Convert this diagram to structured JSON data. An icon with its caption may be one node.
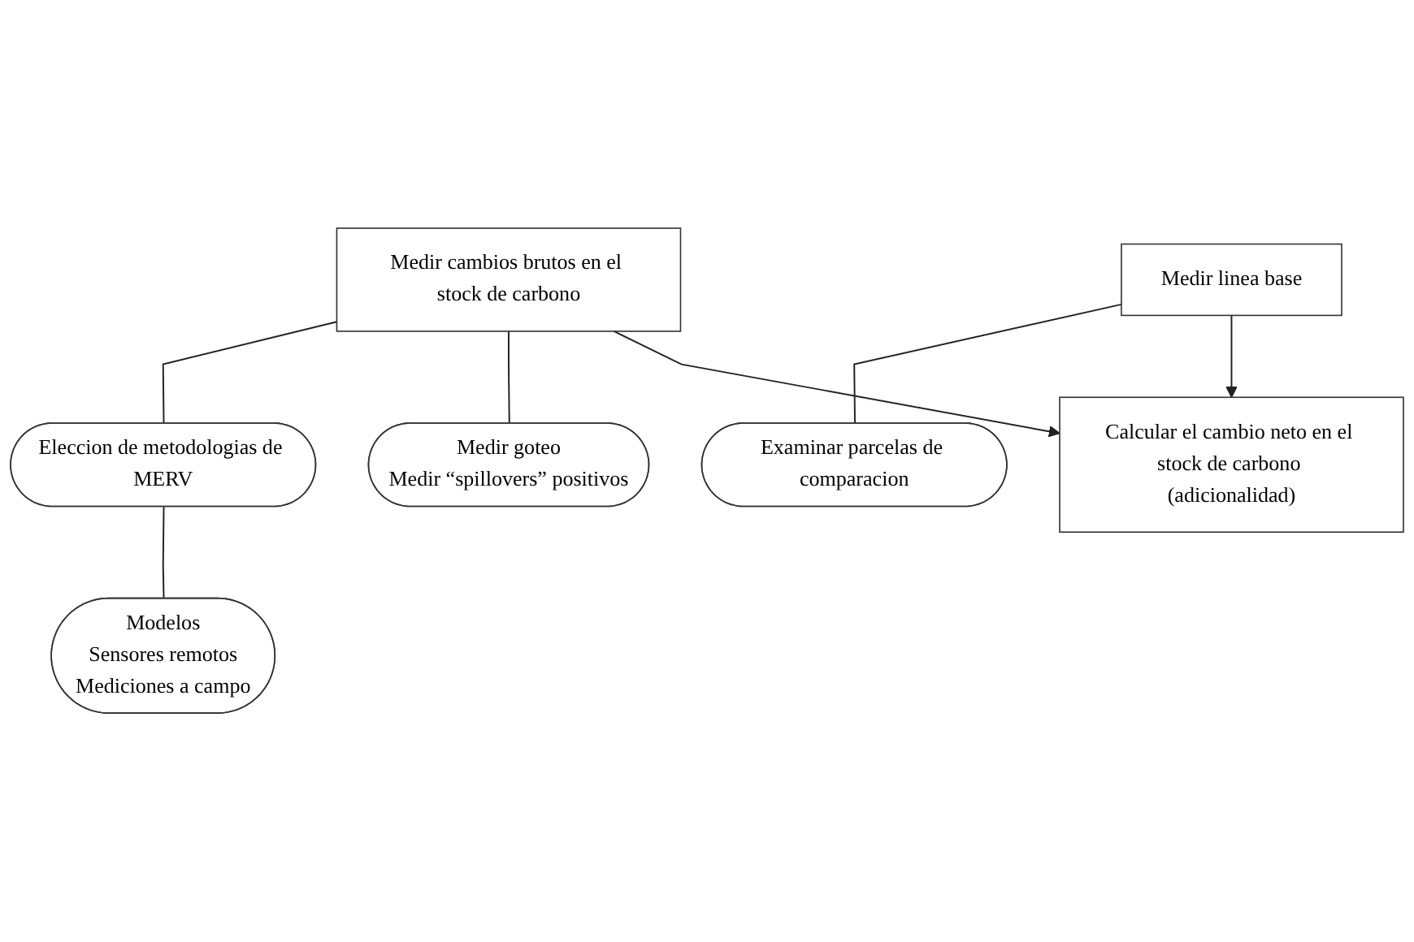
{
  "diagram": {
    "nodes": [
      {
        "text": [
          "Medir cambios brutos en el stock de carbono"
        ]
      },
      {
        "text": [
          "Medir linea base"
        ]
      },
      {
        "text": [
          "Eleccion de metodologias de MERV"
        ]
      },
      {
        "text": [
          "Examinar parcelas de comparacion"
        ]
      },
      {
        "text": [
          "Modelos",
          "Sensores remotos",
          "Mediciones a campo"
        ]
      },
      {
        "text": [
          "Medir goteo",
          "Medir “spillovers” positivos"
        ]
      },
      {
        "text": [
          "Calcular el cambio neto en el stock de carbono (adicionalidad)"
        ]
      }
    ],
    "edges": [
      {
        "from": 0,
        "to": 2,
        "arrow": "none"
      },
      {
        "from": 1,
        "to": 3,
        "arrow": "none"
      },
      {
        "from": 2,
        "to": 4,
        "arrow": "none"
      },
      {
        "from": 0,
        "to": 5,
        "arrow": "none"
      },
      {
        "from": 0,
        "to": 6,
        "arrow": "to"
      },
      {
        "from": 1,
        "to": 6,
        "arrow": "to"
      }
    ]
  }
}
